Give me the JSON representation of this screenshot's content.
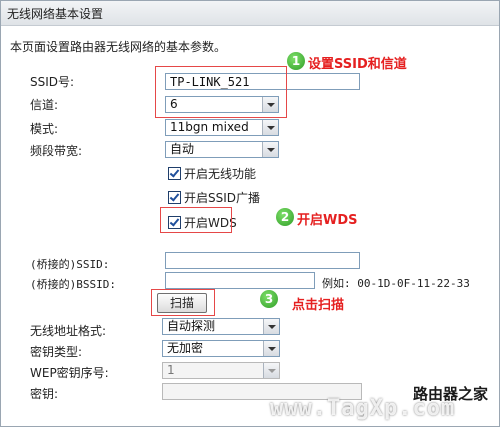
{
  "window": {
    "title": "无线网络基本设置"
  },
  "intro": "本页面设置路由器无线网络的基本参数。",
  "fields": {
    "ssid": {
      "label": "SSID号:",
      "value": "TP-LINK_521"
    },
    "channel": {
      "label": "信道:",
      "value": "6"
    },
    "mode": {
      "label": "模式:",
      "value": "11bgn mixed"
    },
    "bandwidth": {
      "label": "频段带宽:",
      "value": "自动"
    },
    "bridge_ssid": {
      "label": "(桥接的)SSID:",
      "value": ""
    },
    "bridge_bssid": {
      "label": "(桥接的)BSSID:",
      "value": "",
      "example": "例如: 00-1D-0F-11-22-33"
    },
    "addr_format": {
      "label": "无线地址格式:",
      "value": "自动探测"
    },
    "key_type": {
      "label": "密钥类型:",
      "value": "无加密"
    },
    "wep_index": {
      "label": "WEP密钥序号:",
      "value": "1"
    },
    "key": {
      "label": "密钥:",
      "value": ""
    }
  },
  "checkboxes": {
    "enable_wireless": "开启无线功能",
    "enable_ssid_broadcast": "开启SSID广播",
    "enable_wds": "开启WDS"
  },
  "buttons": {
    "scan": "扫描"
  },
  "annotations": {
    "step1_num": "1",
    "step1_text": "设置SSID和信道",
    "step2_num": "2",
    "step2_text": "开启WDS",
    "step3_num": "3",
    "step3_text": "点击扫描",
    "accent_color": "#e52020",
    "badge_color": "#3aa52f"
  },
  "watermark": {
    "brand": "路由器之家",
    "url": "www.TagXp.com"
  }
}
